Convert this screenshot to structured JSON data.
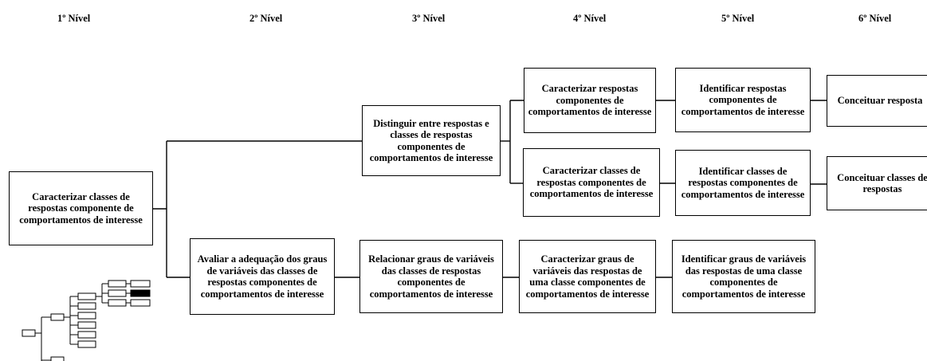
{
  "levels": [
    "1º Nível",
    "2º Nível",
    "3º Nível",
    "4º Nível",
    "5º Nível",
    "6º Nível"
  ],
  "nodes": {
    "n1": "Caracterizar classes de respostas componente de comportamentos de interesse",
    "n2a": "Avaliar a adequação dos graus de variáveis das classes de respostas componentes de comportamentos de interesse",
    "n3a": "Distinguir entre respostas e classes de respostas componentes de comportamentos de interesse",
    "n3b": "Relacionar graus de variáveis das classes de respostas componentes de comportamentos de interesse",
    "n4a": "Caracterizar respostas componentes de comportamentos de interesse",
    "n4b": "Caracterizar  classes de respostas componentes de comportamentos de interesse",
    "n4c": "Caracterizar graus de variáveis das respostas de uma classe componentes de comportamentos de interesse",
    "n5a": "Identificar respostas componentes de comportamentos de interesse",
    "n5b": "Identificar classes de respostas componentes de comportamentos de interesse",
    "n5c": "Identificar graus de variáveis das respostas de uma classe componentes de comportamentos de interesse",
    "n6a": "Conceituar resposta",
    "n6b": "Conceituar classes de respostas"
  },
  "colors": {
    "line": "#000000",
    "box_border": "#000000",
    "highlight": "#000000"
  }
}
